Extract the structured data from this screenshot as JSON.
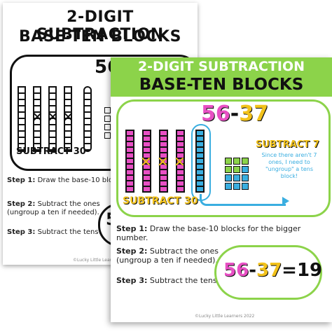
{
  "back": {
    "title_line1": "2-DIGIT SUBTRACTION",
    "title_line2": "BASE-TEN BLOCKS",
    "equation": "56-37",
    "subtract_label": "SUBTRACT 30",
    "step1": "Draw the base-10 blocks for",
    "step2": "Subtract the ones",
    "step2b": "(ungroup a ten if needed).",
    "step3": "Subtract the tens!",
    "step_prefix1": "Step 1:",
    "step_prefix2": "Step 2:",
    "step_prefix3": "Step 3:",
    "cloud_text": "56",
    "credit": "©Lucky Little Learners"
  },
  "front": {
    "title_line1": "2-DIGIT SUBTRACTION",
    "title_line2": "BASE-TEN BLOCKS",
    "eq_left": "56",
    "eq_dash": "-",
    "eq_right": "37",
    "subtract30": "SUBTRACT 30",
    "subtract7": "SUBTRACT 7",
    "note": "Since there aren't 7 ones, I need to \"ungroup\" a tens block!",
    "step_prefix1": "Step 1:",
    "step1": "Draw the base-10 blocks for the bigger number.",
    "step_prefix2": "Step 2:",
    "step2": "Subtract the ones",
    "step2b": "(ungroup a ten if needed).",
    "step_prefix3": "Step 3:",
    "step3": "Subtract the tens!",
    "answer_left": "56",
    "answer_dash": "-",
    "answer_right": "37",
    "answer_eq": "=",
    "answer_result": "19",
    "credit": "©Lucky Little Learners 2022"
  },
  "colors": {
    "green": "#8cd34a",
    "pink": "#e84fc4",
    "yellow": "#f2c21b",
    "blue": "#3aaee0"
  }
}
